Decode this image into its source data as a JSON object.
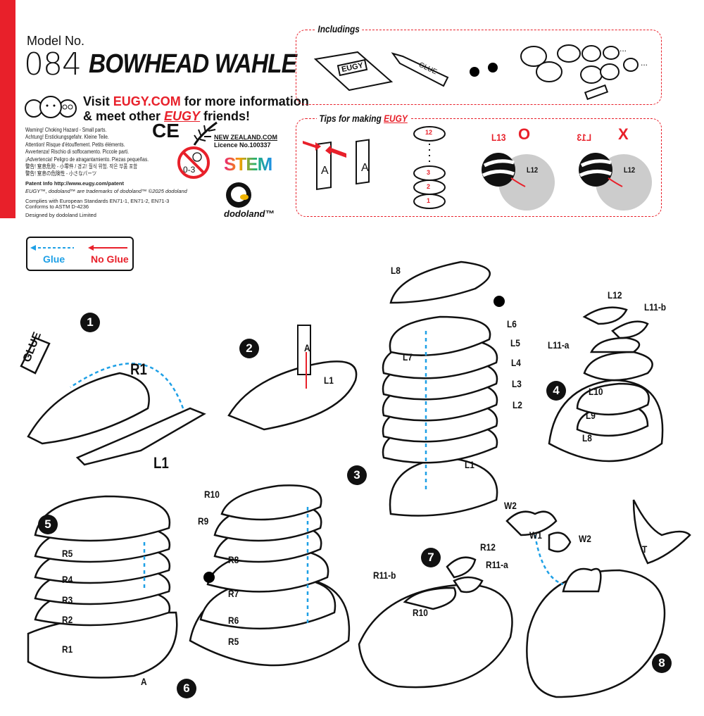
{
  "header": {
    "model_label": "Model No.",
    "model_number": "084",
    "model_name": "BOWHEAD WAHLE",
    "visit_pre": "Visit ",
    "visit_site": "EUGY.COM",
    "visit_post": " for more information",
    "meet_pre": "& meet other ",
    "meet_brand": "EUGY",
    "meet_post": " friends!"
  },
  "warnings": [
    "Warning! Choking Hazard - Small parts.",
    "Achtung! Erstickungsgefahr. Kleine Teile.",
    "Attention! Risque d'étouffement. Petits éléments.",
    "Avvertenza! Rischio di soffocamento. Piccole parti.",
    "¡Advertencia! Peligro de atragantamiento. Piezas pequeñas.",
    "警告! 窒息危险 - 小零件 / 경고! 질식 위험. 작은 부품 포함",
    "警告! 窒息の危険性 - 小さなパーツ"
  ],
  "age_badge": "0-3",
  "ce_mark": "CE",
  "patent": "Patent Info http://www.eugy.com/patent",
  "trademark": "EUGY™, dodoland™ are trademarks of dodoland™ ©2025 dodoland",
  "standards": "Complies with European Standards EN71-1, EN71-2, EN71-3",
  "astm": "Conforms to ASTM D-4236",
  "designed": "Designed by dodoland Limited",
  "nz": {
    "site": "NEW ZEALAND.COM",
    "licence": "Licence No.100337"
  },
  "stem": "STEM",
  "dodoland": "dodoland™",
  "includings": {
    "title": "Includings",
    "glue": "GLUE",
    "booklet": "EUGY",
    "ellipsis": "..."
  },
  "tips": {
    "title": "Tips for making ",
    "brand": "EUGY",
    "piece": "A",
    "stack": [
      "12",
      "3",
      "2",
      "1"
    ],
    "good_mark": "O",
    "bad_mark": "X",
    "l13": "L13",
    "l12": "L12"
  },
  "legend": {
    "glue": "Glue",
    "no_glue": "No Glue"
  },
  "steps": [
    {
      "num": "1",
      "labels": [
        "GLUE",
        "R1",
        "L1"
      ]
    },
    {
      "num": "2",
      "labels": [
        "A",
        "L1"
      ]
    },
    {
      "num": "3",
      "labels": [
        "L8",
        "L7",
        "L6",
        "L5",
        "L4",
        "L3",
        "L2",
        "L1"
      ]
    },
    {
      "num": "4",
      "labels": [
        "L12",
        "L11-b",
        "L11-a",
        "L10",
        "L9",
        "L8"
      ]
    },
    {
      "num": "5",
      "labels": [
        "R5",
        "R4",
        "R3",
        "R2",
        "R1",
        "A"
      ]
    },
    {
      "num": "6",
      "labels": [
        "R10",
        "R9",
        "R8",
        "R7",
        "R6",
        "R5"
      ]
    },
    {
      "num": "7",
      "labels": [
        "R12",
        "R11-a",
        "R11-b",
        "R10"
      ]
    },
    {
      "num": "8",
      "labels": [
        "W2",
        "W1",
        "W2",
        "T"
      ]
    }
  ],
  "colors": {
    "accent": "#e8202a",
    "glue_arrow": "#1ea0e6"
  }
}
